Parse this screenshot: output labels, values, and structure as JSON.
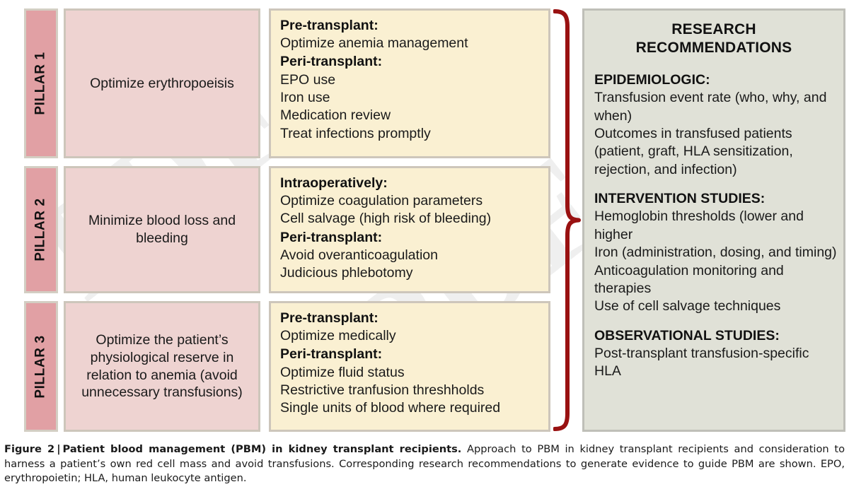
{
  "figure": {
    "watermark_text": "PDF",
    "accent_colors": {
      "pillar_tab": "#e1a0a4",
      "pillar_box": "#eed3d1",
      "action_box": "#faf0d2",
      "research_panel": "#e0e1d7",
      "brace": "#991111",
      "box_border": "#cdc6bb"
    },
    "pillars": [
      {
        "tab_label": "PILLAR 1",
        "statement": "Optimize erythropoeisis",
        "actions": [
          {
            "type": "heading",
            "text": "Pre-transplant:"
          },
          {
            "type": "item",
            "text": "Optimize anemia management"
          },
          {
            "type": "heading",
            "text": "Peri-transplant:"
          },
          {
            "type": "item",
            "text": "EPO use"
          },
          {
            "type": "item",
            "text": "Iron use"
          },
          {
            "type": "item",
            "text": "Medication review"
          },
          {
            "type": "item",
            "text": "Treat infections promptly"
          }
        ]
      },
      {
        "tab_label": "PILLAR 2",
        "statement": "Minimize blood loss and bleeding",
        "actions": [
          {
            "type": "heading",
            "text": "Intraoperatively:"
          },
          {
            "type": "item",
            "text": "Optimize coagulation parameters"
          },
          {
            "type": "item",
            "text": "Cell salvage (high risk of bleeding)"
          },
          {
            "type": "heading",
            "text": "Peri-transplant:"
          },
          {
            "type": "item",
            "text": "Avoid overanticoagulation"
          },
          {
            "type": "item",
            "text": "Judicious phlebotomy"
          }
        ]
      },
      {
        "tab_label": "PILLAR 3",
        "statement": "Optimize the patient’s physiological reserve in relation to anemia (avoid unnecessary transfusions)",
        "actions": [
          {
            "type": "heading",
            "text": "Pre-transplant:"
          },
          {
            "type": "item",
            "text": "Optimize medically"
          },
          {
            "type": "heading",
            "text": "Peri-transplant:"
          },
          {
            "type": "item",
            "text": "Optimize fluid status"
          },
          {
            "type": "item",
            "text": "Restrictive tranfusion threshholds"
          },
          {
            "type": "item",
            "text": "Single units of blood where required"
          }
        ]
      }
    ],
    "research": {
      "title": "RESEARCH RECOMMENDATIONS",
      "sections": [
        {
          "heading": "EPIDEMIOLOGIC:",
          "items": [
            "Transfusion event rate (who, why, and when)",
            "Outcomes in transfused patients (patient, graft, HLA sensitization, rejection, and infection)"
          ]
        },
        {
          "heading": "INTERVENTION STUDIES:",
          "items": [
            "Hemoglobin thresholds (lower and higher",
            "Iron (administration, dosing, and timing)",
            "Anticoagulation monitoring and therapies",
            "Use of cell salvage techniques"
          ]
        },
        {
          "heading": "OBSERVATIONAL STUDIES:",
          "items": [
            "Post-transplant transfusion-specific HLA"
          ]
        }
      ]
    }
  },
  "caption": {
    "label": "Figure 2",
    "separator": "|",
    "bold_title": "Patient blood management (PBM) in kidney transplant recipients.",
    "body": "Approach to PBM in kidney transplant recipients and consideration to harness a patient’s own red cell mass and avoid transfusions. Corresponding research recommendations to generate evidence to guide PBM are shown. EPO, erythropoietin; HLA, human leukocyte antigen."
  }
}
